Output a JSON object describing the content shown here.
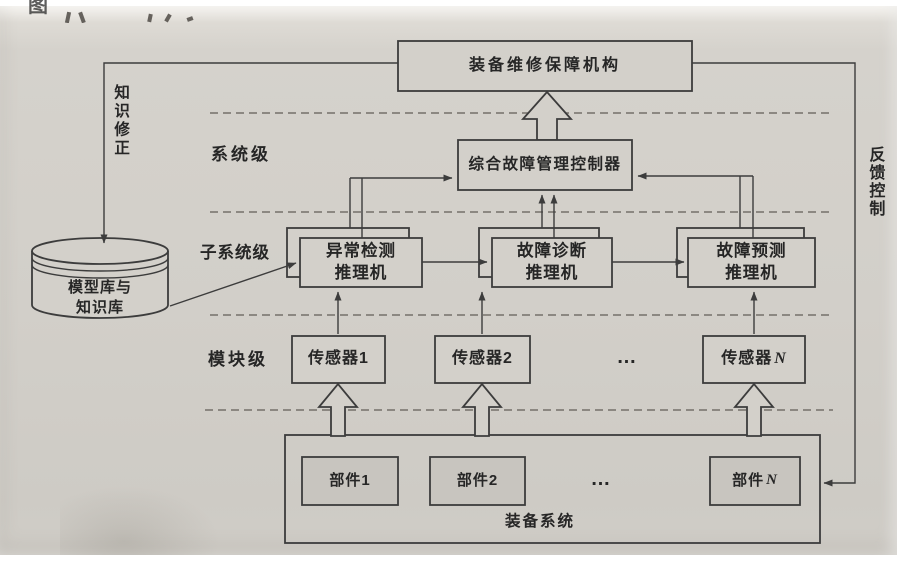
{
  "caption": {
    "fragment": "图"
  },
  "levels": {
    "system": "系统级",
    "subsystem": "子系统级",
    "module": "模块级"
  },
  "side_labels": {
    "knowledge_correction": "知识修正",
    "feedback_control": "反馈控制"
  },
  "nodes": {
    "maintenance_org": "装备维修保障机构",
    "fault_controller": "综合故障管理控制器",
    "anomaly_detector": {
      "line1": "异常检测",
      "line2": "推理机"
    },
    "fault_diagnoser": {
      "line1": "故障诊断",
      "line2": "推理机"
    },
    "fault_predictor": {
      "line1": "故障预测",
      "line2": "推理机"
    },
    "knowledge_base": {
      "line1": "模型库与",
      "line2": "知识库"
    },
    "sensor_1": "传感器1",
    "sensor_2": "传感器2",
    "sensor_n": {
      "prefix": "传感器",
      "suffix": "N"
    },
    "component_1": "部件1",
    "component_2": "部件2",
    "component_n": {
      "prefix": "部件",
      "suffix": "N"
    },
    "equipment_system": "装备系统",
    "ellipsis_sensors": "…",
    "ellipsis_components": "…"
  },
  "colors": {
    "paper": "#d2cfc9",
    "line": "#3c3c3c",
    "text": "#262626",
    "component_fill": "#c8c5bf",
    "dash": "#74706a"
  }
}
